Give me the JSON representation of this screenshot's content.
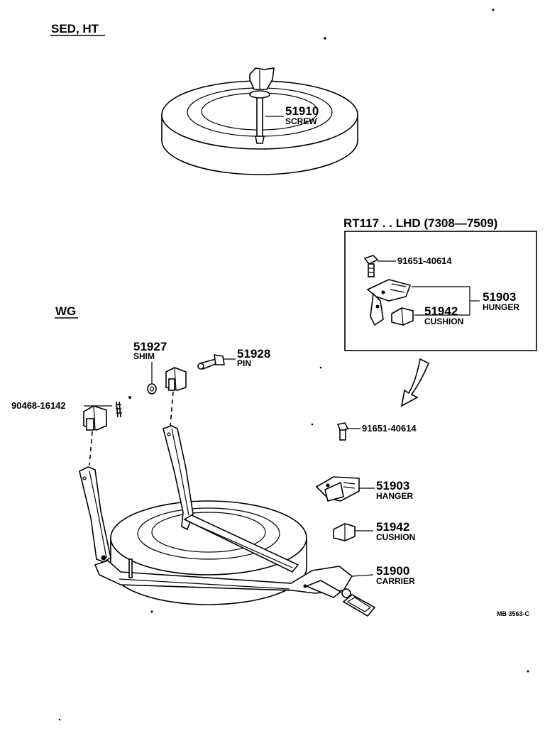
{
  "sections": {
    "sed_ht": "SED, HT",
    "wg": "WG",
    "inset_title": "RT117 . . LHD (7308—7509)"
  },
  "parts": {
    "screw": {
      "number": "51910",
      "name": "SCREW"
    },
    "inset_bolt": {
      "number": "91651-40614"
    },
    "inset_hunger": {
      "number": "51903",
      "name": "HUNGER"
    },
    "inset_cushion": {
      "number": "51942",
      "name": "CUSHION"
    },
    "shim": {
      "number": "51927",
      "name": "SHIM"
    },
    "pin": {
      "number": "51928",
      "name": "PIN"
    },
    "clip": {
      "number": "90468-16142"
    },
    "bolt": {
      "number": "91651-40614"
    },
    "hanger": {
      "number": "51903",
      "name": "HANGER"
    },
    "cushion": {
      "number": "51942",
      "name": "CUSHION"
    },
    "carrier": {
      "number": "51900",
      "name": "CARRIER"
    }
  },
  "footer": {
    "code": "MB 3563-C"
  }
}
